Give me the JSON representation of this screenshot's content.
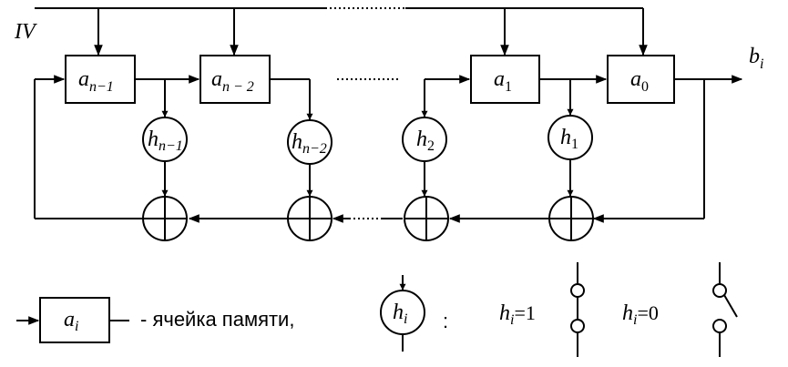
{
  "diagram": {
    "iv_label": "IV",
    "output": {
      "base": "b",
      "sub": "i"
    },
    "cells": [
      {
        "base": "a",
        "sub": "n−1"
      },
      {
        "base": "a",
        "sub": "n − 2"
      },
      {
        "base": "a",
        "sub": "1"
      },
      {
        "base": "a",
        "sub": "0"
      }
    ],
    "taps": [
      {
        "base": "h",
        "sub": "n−1"
      },
      {
        "base": "h",
        "sub": "n−2"
      },
      {
        "base": "h",
        "sub": "2"
      },
      {
        "base": "h",
        "sub": "1"
      }
    ]
  },
  "legend": {
    "cell": {
      "base": "a",
      "sub": "i"
    },
    "cell_text": "- ячейка памяти,",
    "tap": {
      "base": "h",
      "sub": "i"
    },
    "colon": ":",
    "one_label": {
      "base": "h",
      "sub": "i",
      "value": "=1"
    },
    "zero_label": {
      "base": "h",
      "sub": "i",
      "value": "=0"
    }
  }
}
